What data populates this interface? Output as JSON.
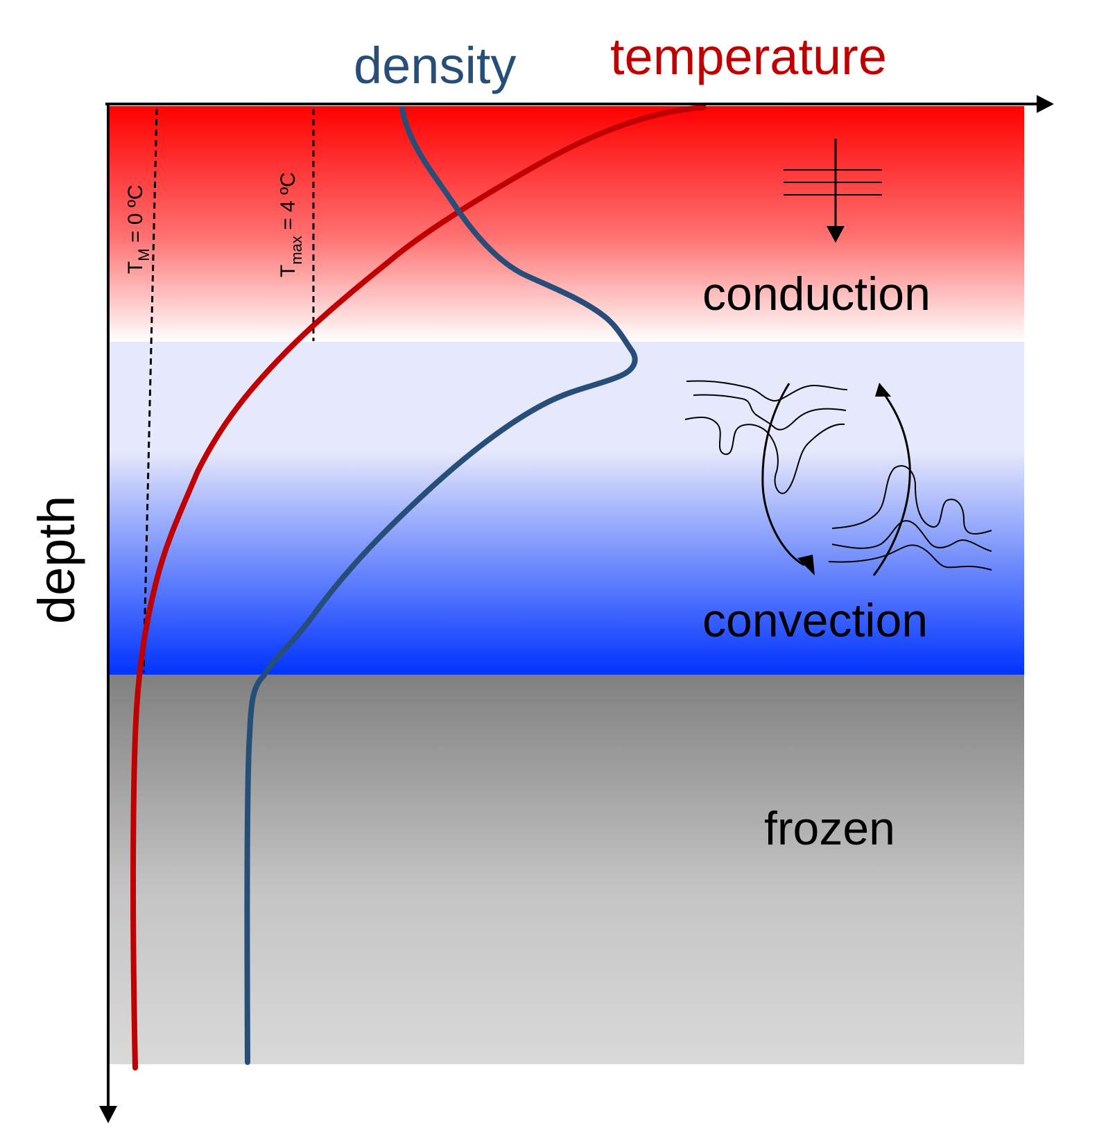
{
  "axes": {
    "x_label_density": "density",
    "x_label_temperature": "temperature",
    "y_label": "depth"
  },
  "zones": {
    "conduction": "conduction",
    "convection": "convection",
    "frozen": "frozen"
  },
  "reference_lines": {
    "melting": {
      "symbol": "T",
      "subscript": "M",
      "value": " = 0 ºC"
    },
    "max_density": {
      "symbol": "T",
      "subscript": "max",
      "value": " = 4 ºC"
    }
  },
  "colors": {
    "temperature": "#c00000",
    "density": "#264e78",
    "conduction_top": "#ff0000",
    "convection_bottom": "#0033ff",
    "frozen_top": "#808080",
    "frozen_bottom": "#d9d9d9",
    "convection_pale": "#e6e8fb"
  }
}
